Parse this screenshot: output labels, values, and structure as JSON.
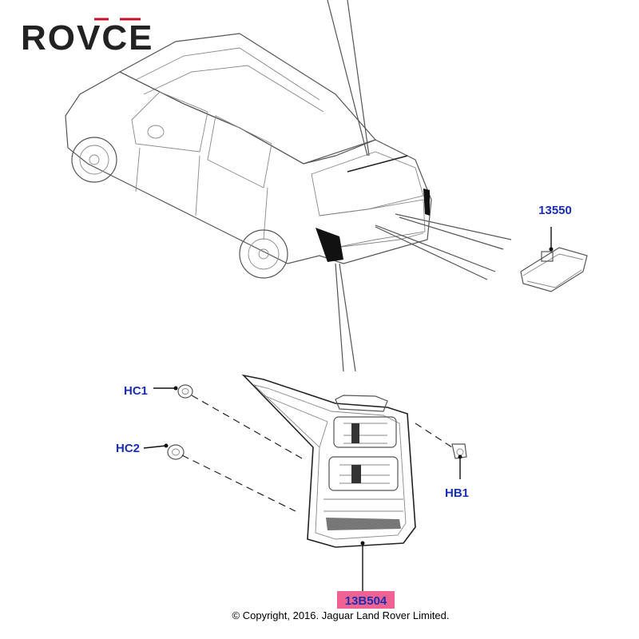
{
  "brand": {
    "logo_text": "ROVCE"
  },
  "callouts": {
    "bulb_holder": "13550",
    "clip_hc1": "HC1",
    "clip_hc2": "HC2",
    "clip_hb1": "HB1",
    "tail_lamp": "13B504"
  },
  "copyright": "© Copyright, 2016. Jaguar Land Rover Limited.",
  "colors": {
    "logo_red": "#c8102e",
    "logo_dark": "#222222",
    "callout_blue": "#1a2fb0",
    "highlight_pink": "#f06292"
  }
}
